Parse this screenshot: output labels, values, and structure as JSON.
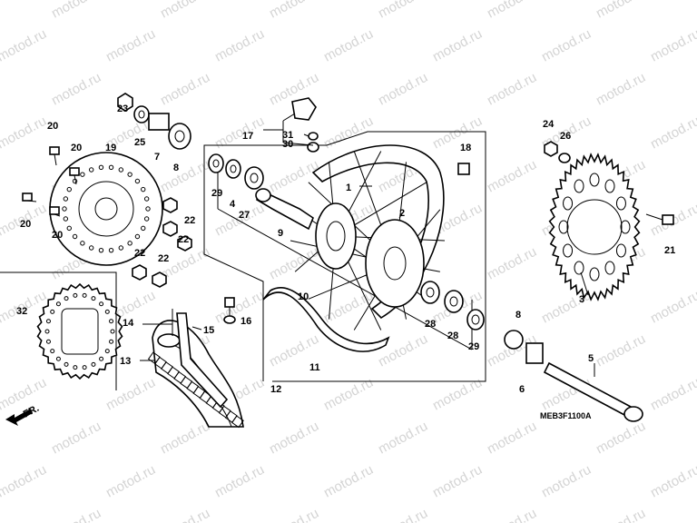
{
  "diagram": {
    "watermark": "motod.ru",
    "code": "MEB3F1100A",
    "direction": "FR.",
    "labels": [
      "1",
      "2",
      "3",
      "4",
      "5",
      "6",
      "7",
      "8",
      "8",
      "9",
      "10",
      "11",
      "12",
      "13",
      "14",
      "15",
      "16",
      "17",
      "18",
      "19",
      "20",
      "20",
      "20",
      "20",
      "21",
      "22",
      "22",
      "22",
      "22",
      "23",
      "24",
      "25",
      "26",
      "27",
      "28",
      "28",
      "29",
      "29",
      "30",
      "31",
      "32"
    ]
  }
}
